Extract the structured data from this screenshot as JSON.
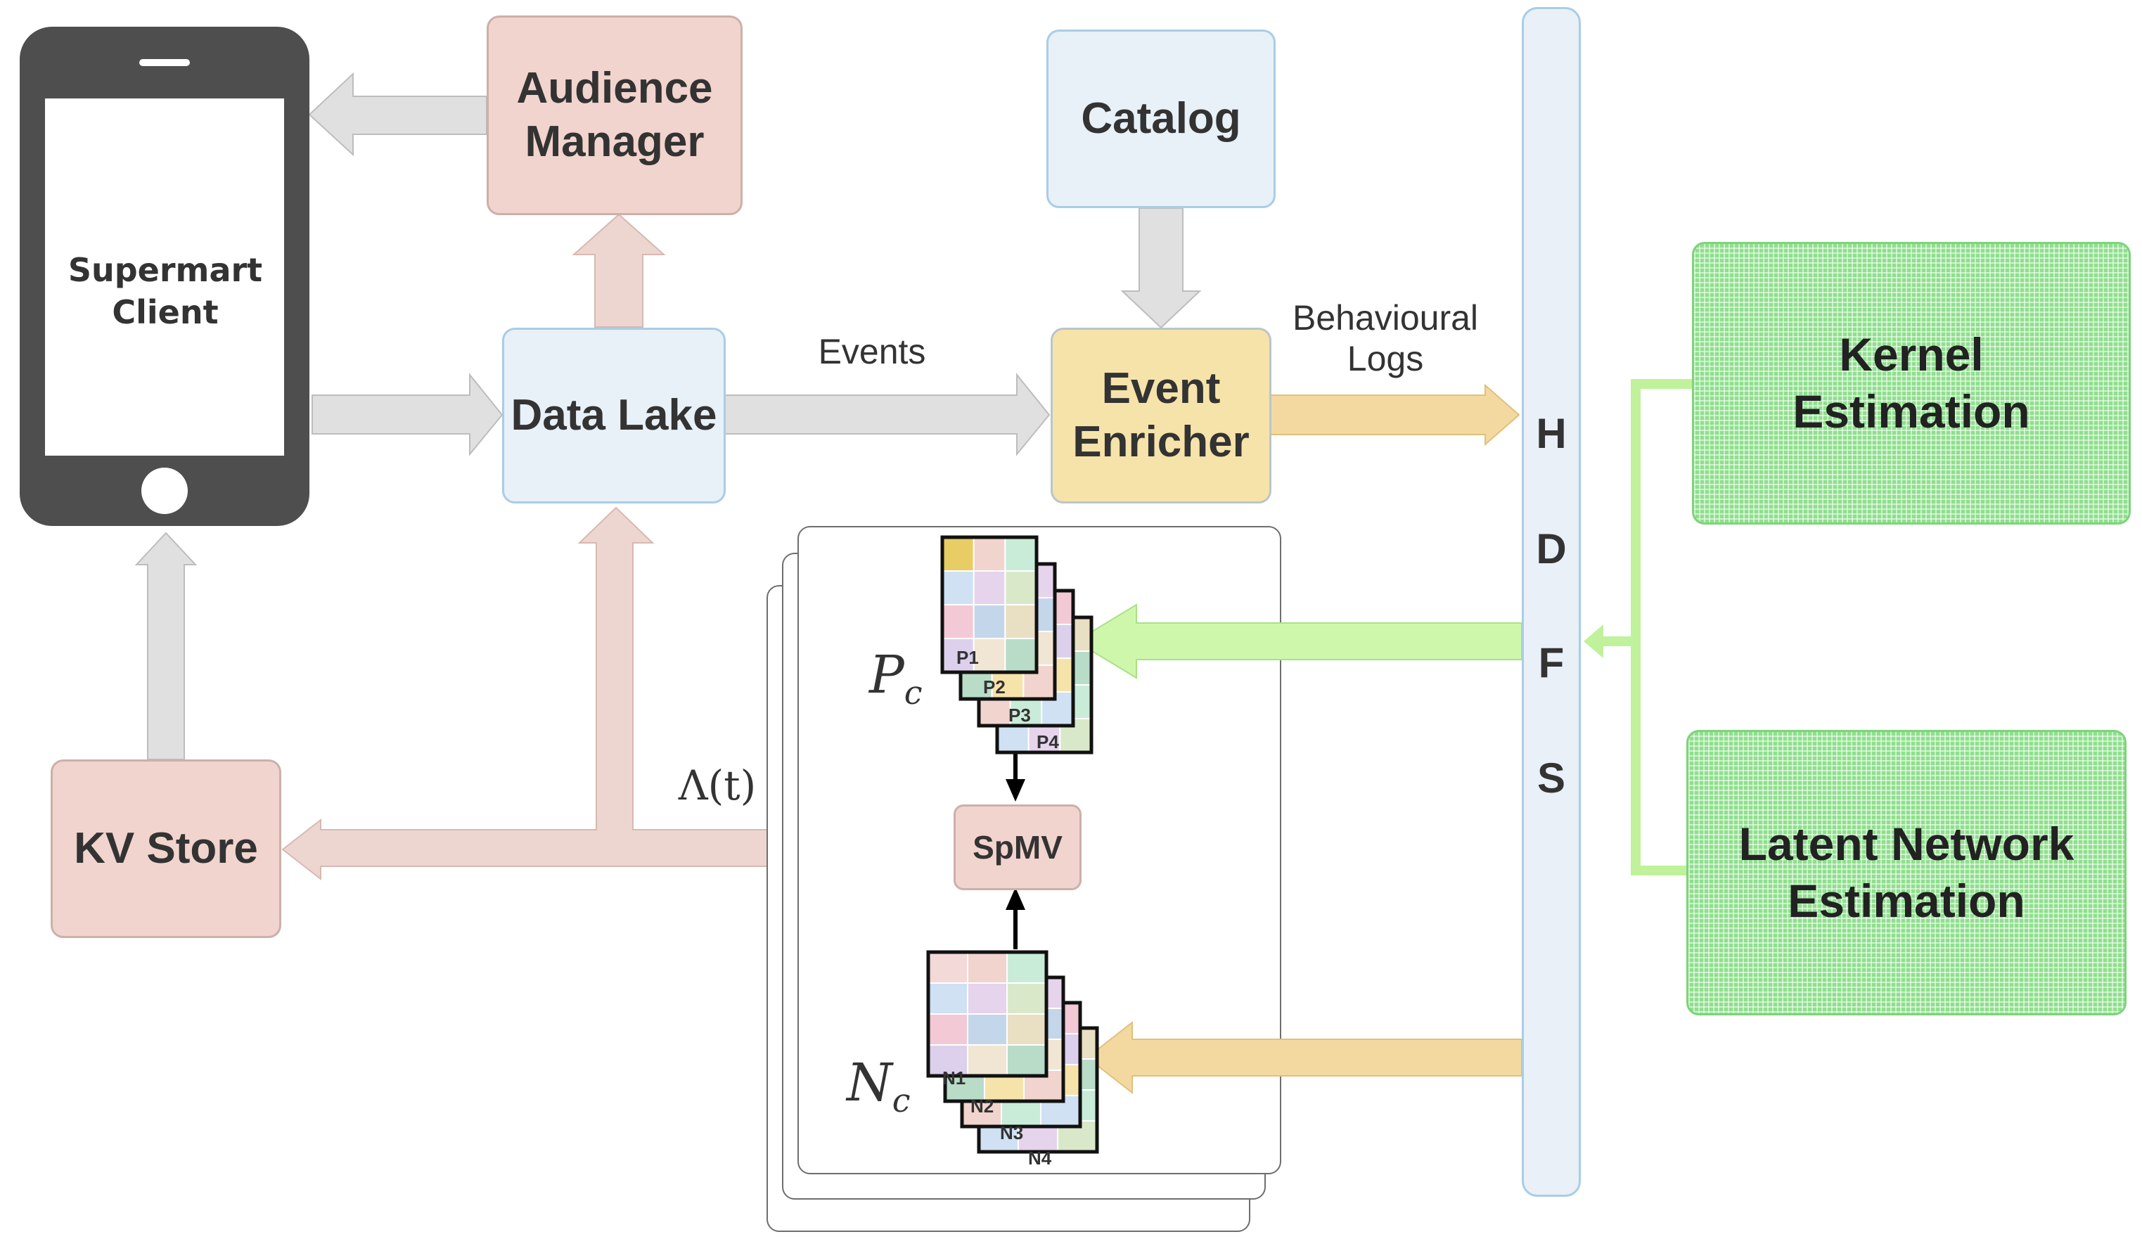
{
  "nodes": {
    "supermart_client": "Supermart\nClient",
    "audience_manager": "Audience\nManager",
    "data_lake": "Data Lake",
    "catalog": "Catalog",
    "event_enricher": "Event\nEnricher",
    "kv_store": "KV Store",
    "spmv": "SpMV",
    "kernel_estimation": "Kernel\nEstimation",
    "latent_network_estimation": "Latent Network\nEstimation"
  },
  "hdfs_letters": [
    "H",
    "D",
    "F",
    "S"
  ],
  "edge_labels": {
    "events": "Events",
    "behavioural_logs": "Behavioural\nLogs",
    "lambda": "Λ(t)"
  },
  "matrix_stack_labels": {
    "p_symbol": "P",
    "p_subscript": "c",
    "n_symbol": "N",
    "n_subscript": "c"
  },
  "p_matrices": [
    "P1",
    "P2",
    "P3",
    "P4"
  ],
  "n_matrices": [
    "N1",
    "N2",
    "N3",
    "N4"
  ],
  "colors": {
    "pink_fill": "#f1d4cd",
    "blue_fill": "#e8f0f8",
    "yellow_fill": "#f6e3aa",
    "green_fill": "#8ee08c",
    "gray_arrow": "#e0e0e0",
    "pink_arrow": "#eed6d0",
    "yellow_arrow": "#f3d9a0",
    "green_arrow": "#cff7ac",
    "phone_body": "#4e4e4e"
  }
}
